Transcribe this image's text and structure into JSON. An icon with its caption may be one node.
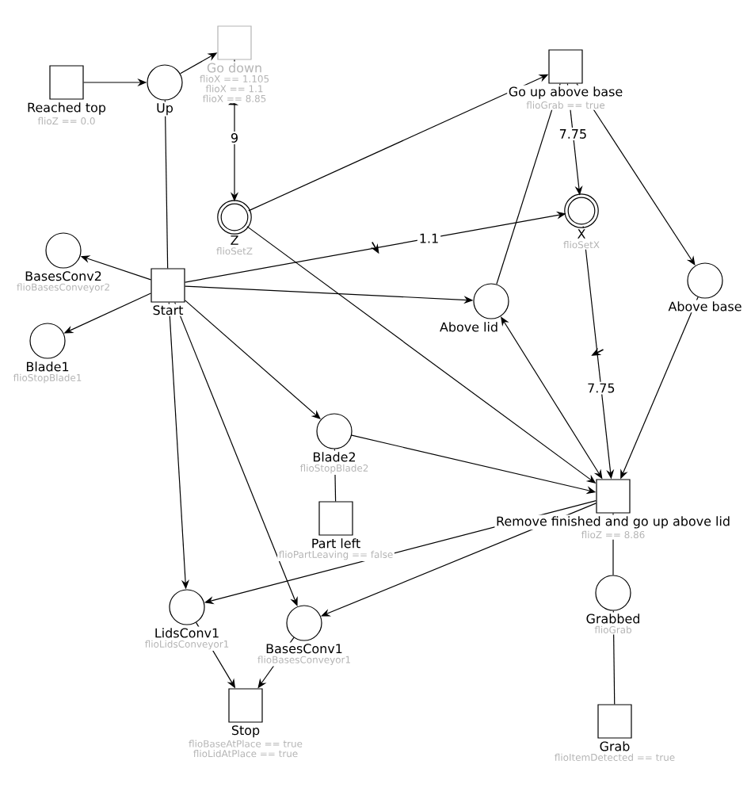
{
  "diagram": {
    "nodes": [
      {
        "text": [
          "Reached top",
          "flioZ == 0.0"
        ]
      },
      {
        "text": [
          "Up"
        ]
      },
      {
        "text": [
          "Go down",
          "flioX == 1.105",
          "flioX == 1.1",
          "flioX == 8.85"
        ]
      },
      {
        "text": [
          "Z",
          "flioSetZ"
        ]
      },
      {
        "text": [
          "Go up above base",
          "flioGrab == true"
        ]
      },
      {
        "text": [
          "X",
          "flioSetX"
        ]
      },
      {
        "text": [
          "BasesConv2",
          "flioBasesConveyor2"
        ]
      },
      {
        "text": [
          "Start"
        ]
      },
      {
        "text": [
          "Above lid"
        ]
      },
      {
        "text": [
          "Above base"
        ]
      },
      {
        "text": [
          "Blade1",
          "flioStopBlade1"
        ]
      },
      {
        "text": [
          "Blade2",
          "flioStopBlade2"
        ]
      },
      {
        "text": [
          "Remove finished and go up above lid",
          "flioZ == 8.86"
        ]
      },
      {
        "text": [
          "Part left",
          "flioPartLeaving == false"
        ]
      },
      {
        "text": [
          "Grabbed",
          "flioGrab"
        ]
      },
      {
        "text": [
          "LidsConv1",
          "flioLidsConveyor1"
        ]
      },
      {
        "text": [
          "BasesConv1",
          "flioBasesConveyor1"
        ]
      },
      {
        "text": [
          "Stop",
          "flioBaseAtPlace == true",
          "flioLidAtPlace == true"
        ]
      },
      {
        "text": [
          "Grab",
          "flioItemDetected == true"
        ]
      }
    ],
    "edges": [
      {
        "from": 0,
        "to": 1,
        "arrow": "to"
      },
      {
        "from": 1,
        "to": 2,
        "arrow": "to"
      },
      {
        "from": 2,
        "to": 3,
        "arrow": "to",
        "label": "9"
      },
      {
        "from": 1,
        "to": 7,
        "arrow": "none"
      },
      {
        "from": 3,
        "to": 4,
        "arrow": "to"
      },
      {
        "from": 3,
        "to": 12,
        "arrow": "to"
      },
      {
        "from": 7,
        "to": 5,
        "arrow": "to",
        "label": "1.1"
      },
      {
        "from": 7,
        "to": 6,
        "arrow": "to"
      },
      {
        "from": 7,
        "to": 10,
        "arrow": "to"
      },
      {
        "from": 7,
        "to": 8,
        "arrow": "to"
      },
      {
        "from": 7,
        "to": 11,
        "arrow": "to"
      },
      {
        "from": 7,
        "to": 15,
        "arrow": "to"
      },
      {
        "from": 7,
        "to": 16,
        "arrow": "to"
      },
      {
        "from": 4,
        "to": 5,
        "arrow": "to",
        "label": "7.75"
      },
      {
        "from": 4,
        "to": 9,
        "arrow": "to"
      },
      {
        "from": 8,
        "to": 4,
        "arrow": "none"
      },
      {
        "from": 5,
        "to": 12,
        "arrow": "to",
        "label": "7.75"
      },
      {
        "from": 9,
        "to": 12,
        "arrow": "to"
      },
      {
        "from": 8,
        "to": 12,
        "arrow": "both"
      },
      {
        "from": 11,
        "to": 12,
        "arrow": "to"
      },
      {
        "from": 12,
        "to": 15,
        "arrow": "to"
      },
      {
        "from": 12,
        "to": 16,
        "arrow": "to"
      },
      {
        "from": 11,
        "to": 13,
        "arrow": "none"
      },
      {
        "from": 12,
        "to": 14,
        "arrow": "none"
      },
      {
        "from": 14,
        "to": 18,
        "arrow": "none"
      },
      {
        "from": 15,
        "to": 17,
        "arrow": "to"
      },
      {
        "from": 16,
        "to": 17,
        "arrow": "to"
      }
    ]
  }
}
